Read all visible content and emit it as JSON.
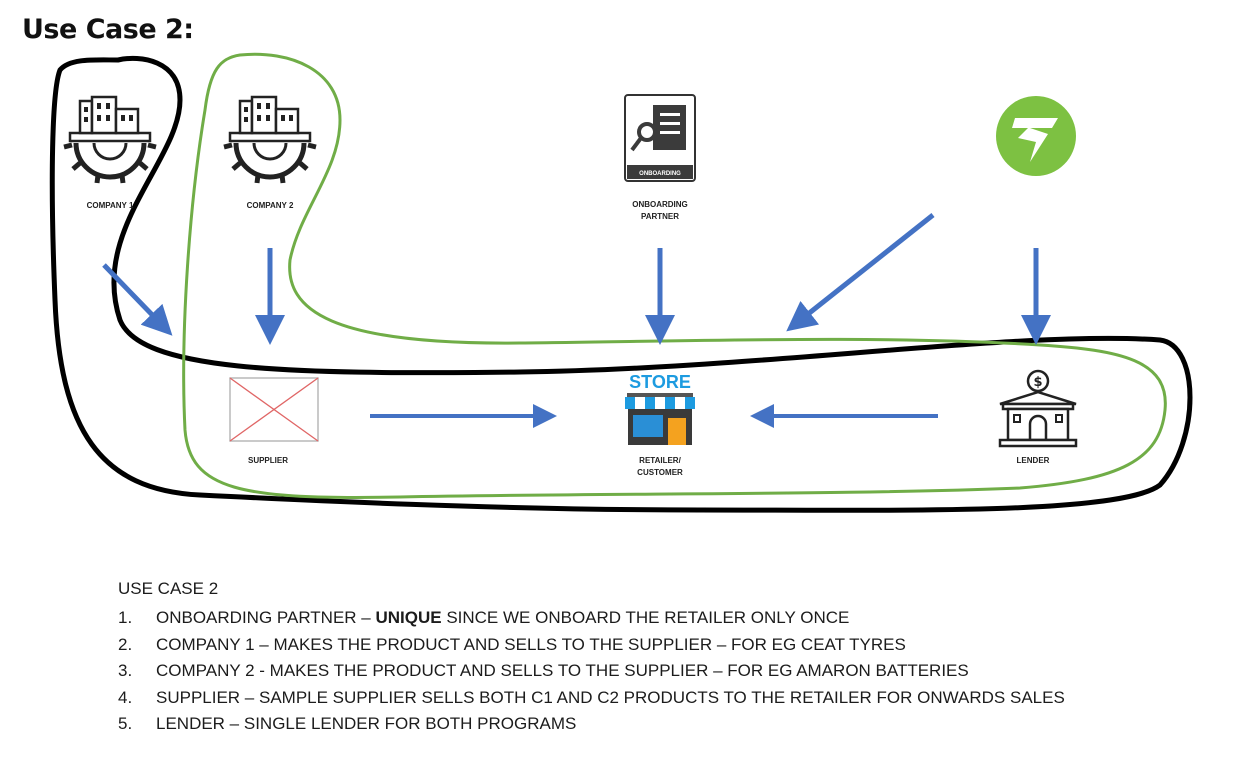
{
  "heading": "Use Case 2:",
  "nodes": {
    "company1": "COMPANY 1",
    "company2": "COMPANY 2",
    "onboarding": [
      "ONBOARDING",
      "PARTNER"
    ],
    "onboarding_badge": "ONBOARDING",
    "supplier": "SUPPLIER",
    "store_sign": "STORE",
    "retailer": [
      "RETAILER/",
      "CUSTOMER"
    ],
    "lender": "LENDER",
    "lender_symbol": "$"
  },
  "colors": {
    "arrow": "#4472c4",
    "black_loop": "#000000",
    "green_loop": "#70ad47",
    "logo_green": "#7dc142",
    "store_blue": "#1d9be0"
  },
  "notes": {
    "title": "USE CASE 2",
    "items": [
      {
        "num": "1.",
        "pre": "ONBOARDING PARTNER – ",
        "bold": "UNIQUE",
        "post": " SINCE WE ONBOARD THE RETAILER ONLY ONCE"
      },
      {
        "num": "2.",
        "pre": "COMPANY 1 – MAKES THE PRODUCT AND SELLS TO THE SUPPLIER – FOR EG CEAT TYRES",
        "bold": "",
        "post": ""
      },
      {
        "num": "3.",
        "pre": "COMPANY 2 - MAKES THE PRODUCT AND SELLS TO THE SUPPLIER – FOR EG AMARON BATTERIES",
        "bold": "",
        "post": ""
      },
      {
        "num": "4.",
        "pre": "SUPPLIER – SAMPLE SUPPLIER SELLS BOTH C1 AND C2 PRODUCTS TO THE RETAILER FOR ONWARDS SALES",
        "bold": "",
        "post": ""
      },
      {
        "num": "5.",
        "pre": "LENDER – SINGLE LENDER FOR BOTH PROGRAMS",
        "bold": "",
        "post": ""
      }
    ]
  }
}
